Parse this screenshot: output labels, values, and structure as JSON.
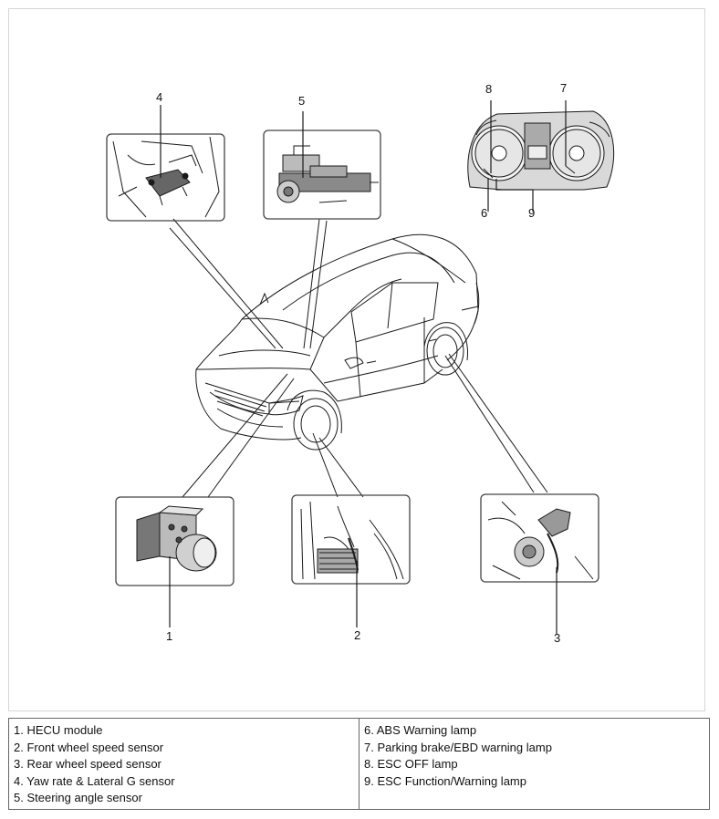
{
  "callouts": {
    "n1": "1",
    "n2": "2",
    "n3": "3",
    "n4": "4",
    "n5": "5",
    "n6": "6",
    "n7": "7",
    "n8": "8",
    "n9": "9"
  },
  "legend": {
    "left": [
      "1. HECU module",
      "2. Front wheel speed sensor",
      "3. Rear wheel speed sensor",
      "4. Yaw rate & Lateral G sensor",
      "5. Steering angle sensor"
    ],
    "right": [
      "6. ABS Warning lamp",
      "7. Parking brake/EBD warning lamp",
      "8. ESC OFF lamp",
      "9. ESC Function/Warning lamp"
    ]
  },
  "colors": {
    "line": "#1a1a1a",
    "frame": "#444444",
    "panel_border": "#666666"
  }
}
